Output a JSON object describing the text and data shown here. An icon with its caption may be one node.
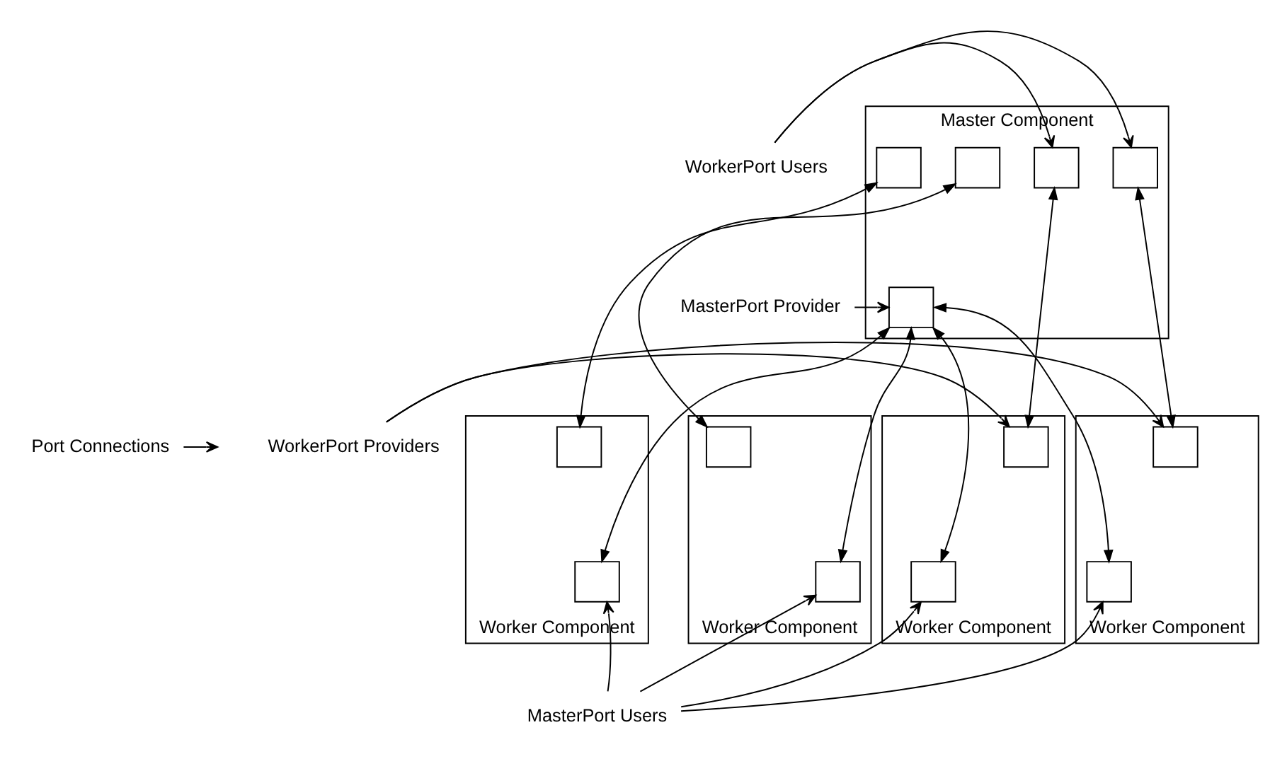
{
  "diagram": {
    "nodes": [
      {
        "text": [
          "Master Component"
        ]
      },
      {
        "text": [],
        "shape": "box",
        "in": 0
      },
      {
        "text": [],
        "shape": "box",
        "in": 0
      },
      {
        "text": [],
        "shape": "box",
        "in": 0
      },
      {
        "text": [],
        "shape": "box",
        "in": 0
      },
      {
        "text": [],
        "shape": "box",
        "in": 0
      },
      {
        "text": [
          "Worker Component"
        ]
      },
      {
        "text": [],
        "shape": "box",
        "in": 6
      },
      {
        "text": [],
        "shape": "box",
        "in": 6
      },
      {
        "text": [
          "Worker Component"
        ]
      },
      {
        "text": [],
        "shape": "box",
        "in": 9
      },
      {
        "text": [],
        "shape": "box",
        "in": 9
      },
      {
        "text": [
          "Worker Component"
        ]
      },
      {
        "text": [],
        "shape": "box",
        "in": 12
      },
      {
        "text": [],
        "shape": "box",
        "in": 12
      },
      {
        "text": [
          "Worker Component"
        ]
      },
      {
        "text": [],
        "shape": "box",
        "in": 15
      },
      {
        "text": [],
        "shape": "box",
        "in": 15
      },
      {
        "text": [
          "WorkerPort Users"
        ]
      },
      {
        "text": [
          "MasterPort Provider"
        ]
      },
      {
        "text": [
          "Port Connections"
        ]
      },
      {
        "text": [
          "WorkerPort Providers"
        ]
      },
      {
        "text": [
          "MasterPort Users"
        ]
      }
    ],
    "edges": [
      {
        "from": 1,
        "to": 7,
        "arrow": "both"
      },
      {
        "from": 2,
        "to": 10,
        "arrow": "both"
      },
      {
        "from": 3,
        "to": 13,
        "arrow": "both"
      },
      {
        "from": 4,
        "to": 16,
        "arrow": "both"
      },
      {
        "from": 5,
        "to": 8,
        "arrow": "both"
      },
      {
        "from": 5,
        "to": 11,
        "arrow": "both"
      },
      {
        "from": 5,
        "to": 14,
        "arrow": "both"
      },
      {
        "from": 5,
        "to": 17,
        "arrow": "both"
      },
      {
        "from": 18,
        "to": 3,
        "arrow": "to"
      },
      {
        "from": 18,
        "to": 4,
        "arrow": "to"
      },
      {
        "from": 19,
        "to": 5,
        "arrow": "to"
      },
      {
        "from": 20,
        "to": null,
        "arrow": "to"
      },
      {
        "from": 21,
        "to": 13,
        "arrow": "to"
      },
      {
        "from": 21,
        "to": 16,
        "arrow": "to"
      },
      {
        "from": 22,
        "to": 8,
        "arrow": "to"
      },
      {
        "from": 22,
        "to": 11,
        "arrow": "to"
      },
      {
        "from": 22,
        "to": 14,
        "arrow": "to"
      },
      {
        "from": 22,
        "to": 17,
        "arrow": "to"
      }
    ]
  }
}
